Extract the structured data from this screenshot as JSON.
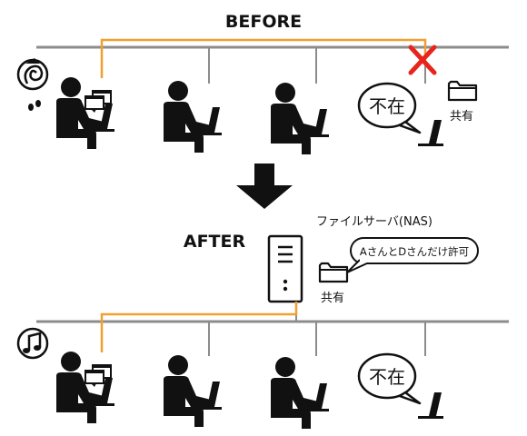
{
  "diagram": {
    "before_label": "BEFORE",
    "after_label": "AFTER",
    "absent_text": "不在",
    "shared_folder_label": "共有",
    "server_label": "ファイルサーバ(NAS)",
    "permission_note": "AさんとDさんだけ許可"
  },
  "colors": {
    "network": "#8c8c8c",
    "connection": "#f0a030",
    "blocked": "#e8251c",
    "figure": "#111111"
  }
}
